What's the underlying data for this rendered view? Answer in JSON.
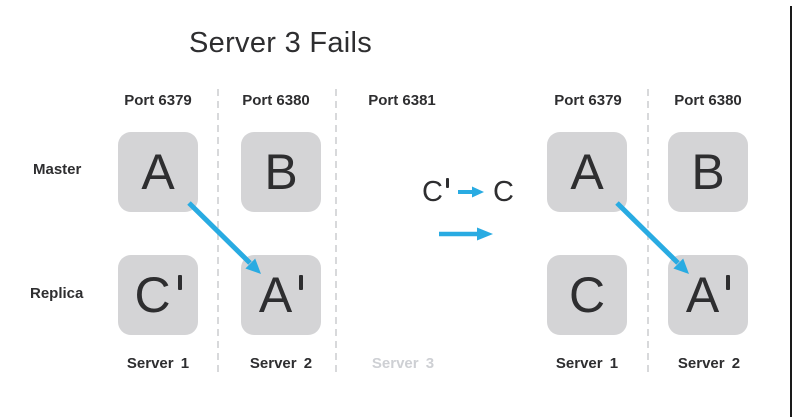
{
  "title": "Server 3 Fails",
  "row_labels": {
    "master": "Master",
    "replica": "Replica"
  },
  "left_group": {
    "ports": [
      "Port 6379",
      "Port 6380",
      "Port 6381"
    ],
    "boxes": [
      {
        "label": "A",
        "prime": false
      },
      {
        "label": "B",
        "prime": false
      },
      {
        "label": "C",
        "prime": true
      },
      {
        "label": "A",
        "prime": true
      }
    ],
    "servers": [
      "Server 1",
      "Server 2",
      "Server 3"
    ]
  },
  "transition": {
    "from": "C",
    "from_prime": true,
    "to": "C"
  },
  "right_group": {
    "ports": [
      "Port 6379",
      "Port 6380"
    ],
    "boxes": [
      {
        "label": "A",
        "prime": false
      },
      {
        "label": "B",
        "prime": false
      },
      {
        "label": "C",
        "prime": false
      },
      {
        "label": "A",
        "prime": true
      }
    ],
    "servers": [
      "Server 1",
      "Server 2"
    ]
  },
  "icons": {
    "promotion_arrow": "small-right-arrow-icon",
    "failover_arrow": "right-arrow-icon",
    "replication_arrows": "diagonal-arrow-icon"
  },
  "colors": {
    "accent_blue": "#29abe2",
    "box_fill": "#d4d4d6",
    "text_dark": "#2e2e30",
    "muted_gray": "#ced0d4",
    "dashed_gray": "#d8d9db",
    "frame_border": "#1a1a1a"
  }
}
